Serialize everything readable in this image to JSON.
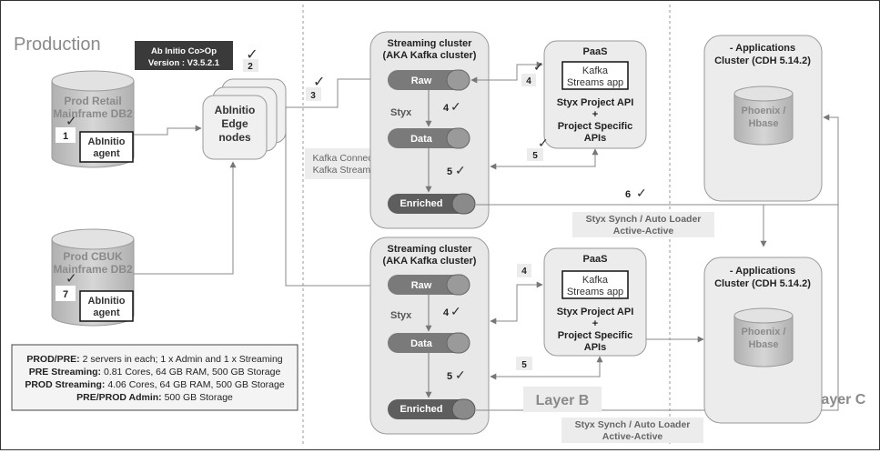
{
  "section": {
    "title": "Production"
  },
  "version_box": {
    "line1": "Ab Initio Co>Op",
    "line2": "Version : V3.5.2.1"
  },
  "prod_retail_db": {
    "line1": "Prod Retail",
    "line2": "Mainframe DB2",
    "agent_line1": "AbInitio",
    "agent_line2": "agent"
  },
  "prod_cbuk_db": {
    "line1": "Prod CBUK",
    "line2": "Mainframe DB2",
    "agent_line1": "AbInitio",
    "agent_line2": "agent"
  },
  "edge_nodes": {
    "line1": "AbInitio",
    "line2": "Edge",
    "line3": "nodes"
  },
  "streaming_cluster": {
    "title_line1": "Streaming cluster",
    "title_line2": "(AKA Kafka cluster)",
    "raw": "Raw",
    "data": "Data",
    "enriched": "Enriched",
    "styx": "Styx"
  },
  "paas": {
    "title": "PaaS",
    "kafka_line1": "Kafka",
    "kafka_line2": "Streams app",
    "api_line1": "Styx Project API",
    "api_plus": "+",
    "api_line2": "Project Specific",
    "api_line3": "APIs"
  },
  "apps_cluster": {
    "title_line1": "- Applications",
    "title_line2": "Cluster (CDH 5.14.2)",
    "db_line1": "Phoenix /",
    "db_line2": "Hbase"
  },
  "kafka_connect": {
    "line1": "Kafka Connect",
    "line2": "Kafka Streams"
  },
  "sync_label": {
    "line1": "Styx Synch / Auto Loader",
    "line2": "Active-Active"
  },
  "layers": {
    "b": "Layer B",
    "c": "Layer C"
  },
  "steps": {
    "s1": "1",
    "s2": "2",
    "s3": "3",
    "s4": "4",
    "s5": "5",
    "s6": "6",
    "check": "✓"
  },
  "specs": {
    "line1_bold": "PROD/PRE:",
    "line1_rest": " 2 servers in each; 1 x Admin and 1 x Streaming",
    "line2_bold": "PRE Streaming:",
    "line2_rest": " 0.81 Cores, 64 GB RAM, 500 GB Storage",
    "line3_bold": "PROD Streaming:",
    "line3_rest": " 4.06 Cores, 64 GB RAM, 500 GB Storage",
    "line4_bold": "PRE/PROD Admin:",
    "line4_rest": " 500 GB Storage"
  },
  "colors": {
    "panel": "#e8e8e8",
    "pill": "#7a7a7a",
    "pill_dark": "#5e5e5e",
    "badge": "#3a3a3a",
    "db": "#c4c4c4",
    "text_dark": "#222222",
    "text_grey": "#8a8a8a"
  }
}
